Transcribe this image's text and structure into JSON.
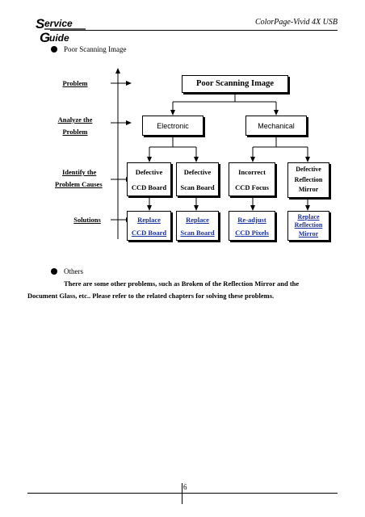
{
  "header": {
    "logo_line1": "Service",
    "logo_line2": "Guide",
    "doc_title": "ColorPage-Vivid  4X  USB"
  },
  "section1": {
    "bullet_text": "Poor Scanning Image"
  },
  "diagram": {
    "row_labels": {
      "problem": "Problem",
      "analyze": [
        "Analyze the",
        "Problem"
      ],
      "identify": [
        "Identify the",
        "Problem Causes"
      ],
      "solutions": "Solutions"
    },
    "root": "Poor Scanning Image",
    "categories": [
      "Electronic",
      "Mechanical"
    ],
    "causes": [
      [
        "Defective",
        "CCD Board"
      ],
      [
        "Defective",
        "Scan Board"
      ],
      [
        "Incorrect",
        "CCD Focus"
      ],
      [
        "Defective",
        "Reflection",
        "Mirror"
      ]
    ],
    "solutions": [
      [
        "Replace",
        "CCD Board"
      ],
      [
        "Replace",
        "Scan Board"
      ],
      [
        "Re-adjust",
        "CCD Pixels"
      ],
      [
        "Replace",
        "Reflection",
        "Mirror"
      ]
    ]
  },
  "section2": {
    "bullet_text": "Others",
    "paragraph_line1": "There are some other problems, such as Broken of the Reflection Mirror and the",
    "paragraph_line2": "Document Glass, etc..    Please refer to the related chapters for solving these problems."
  },
  "footer": {
    "page_number": "6"
  },
  "colors": {
    "link": "#1a2fa0",
    "text": "#000000"
  }
}
